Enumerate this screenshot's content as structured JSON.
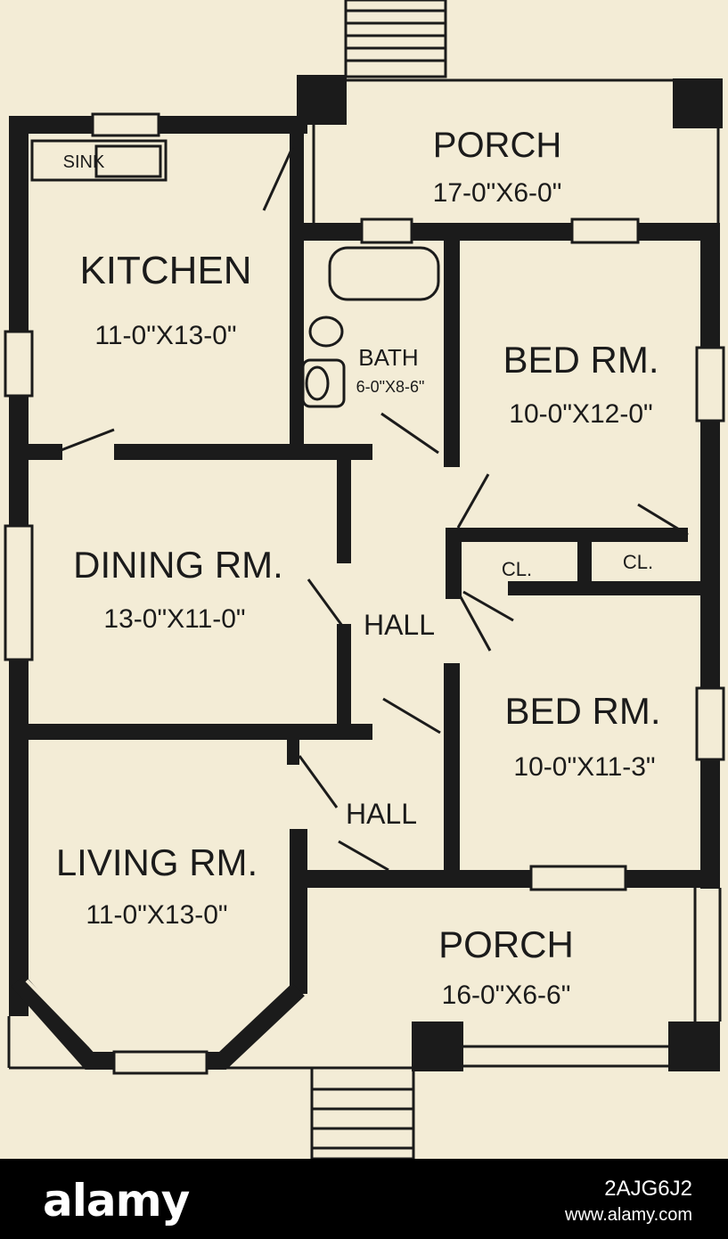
{
  "rooms": {
    "porch_rear": {
      "name": "PORCH",
      "size": "17-0\"X6-0\""
    },
    "kitchen": {
      "name": "KITCHEN",
      "size": "11-0\"X13-0\""
    },
    "sink": "SINK",
    "bath": {
      "name": "BATH",
      "size": "6-0\"X8-6\""
    },
    "bedroom1": {
      "name": "BED RM.",
      "size": "10-0\"X12-0\""
    },
    "dining": {
      "name": "DINING RM.",
      "size": "13-0\"X11-0\""
    },
    "closet1": "CL.",
    "closet2": "CL.",
    "hall1": "HALL",
    "bedroom2": {
      "name": "BED RM.",
      "size": "10-0\"X11-3\""
    },
    "hall2": "HALL",
    "living": {
      "name": "LIVING RM.",
      "size": "11-0\"X13-0\""
    },
    "porch_front": {
      "name": "PORCH",
      "size": "16-0\"X6-6\""
    }
  },
  "footer": {
    "logo": "alamy",
    "image_id": "2AJG6J2",
    "url": "www.alamy.com"
  },
  "colors": {
    "paper": "#f3ecd6",
    "ink": "#1b1b1b",
    "footer_bg": "#000000",
    "footer_text": "#ffffff"
  }
}
